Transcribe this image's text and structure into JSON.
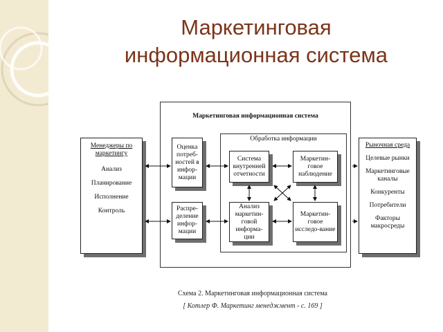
{
  "slide": {
    "title_line1": "Маркетинговая",
    "title_line2": "информационная система"
  },
  "diagram": {
    "outer_title": "Маркетинговая информационная система",
    "processing_title": "Обработка информации",
    "left_box": {
      "heading": "Менеджеры по маркетингу",
      "items": [
        "Анализ",
        "Планирование",
        "Исполнение",
        "Контроль"
      ]
    },
    "assess_needs": "Оценка потреб-ностей в инфор-мации",
    "distribution": "Распре-деление инфор-мации",
    "internal_reports": "Система внутренней отчетности",
    "observation": "Маркетин-говое наблюдение",
    "analysis": "Анализ маркетин-говой информа-ции",
    "research": "Маркетин-говое исследо-вание",
    "right_box": {
      "heading": "Рыночная среда",
      "items": [
        "Целевые рынки",
        "Маркетинговые каналы",
        "Конкуренты",
        "Потребители",
        "Факторы макросреды"
      ]
    }
  },
  "caption": {
    "line1": "Схема 2. Маркетинговая информационная система",
    "line2": "[ Котлер Ф. Маркетинг менеджмент - с. 169 ]"
  }
}
